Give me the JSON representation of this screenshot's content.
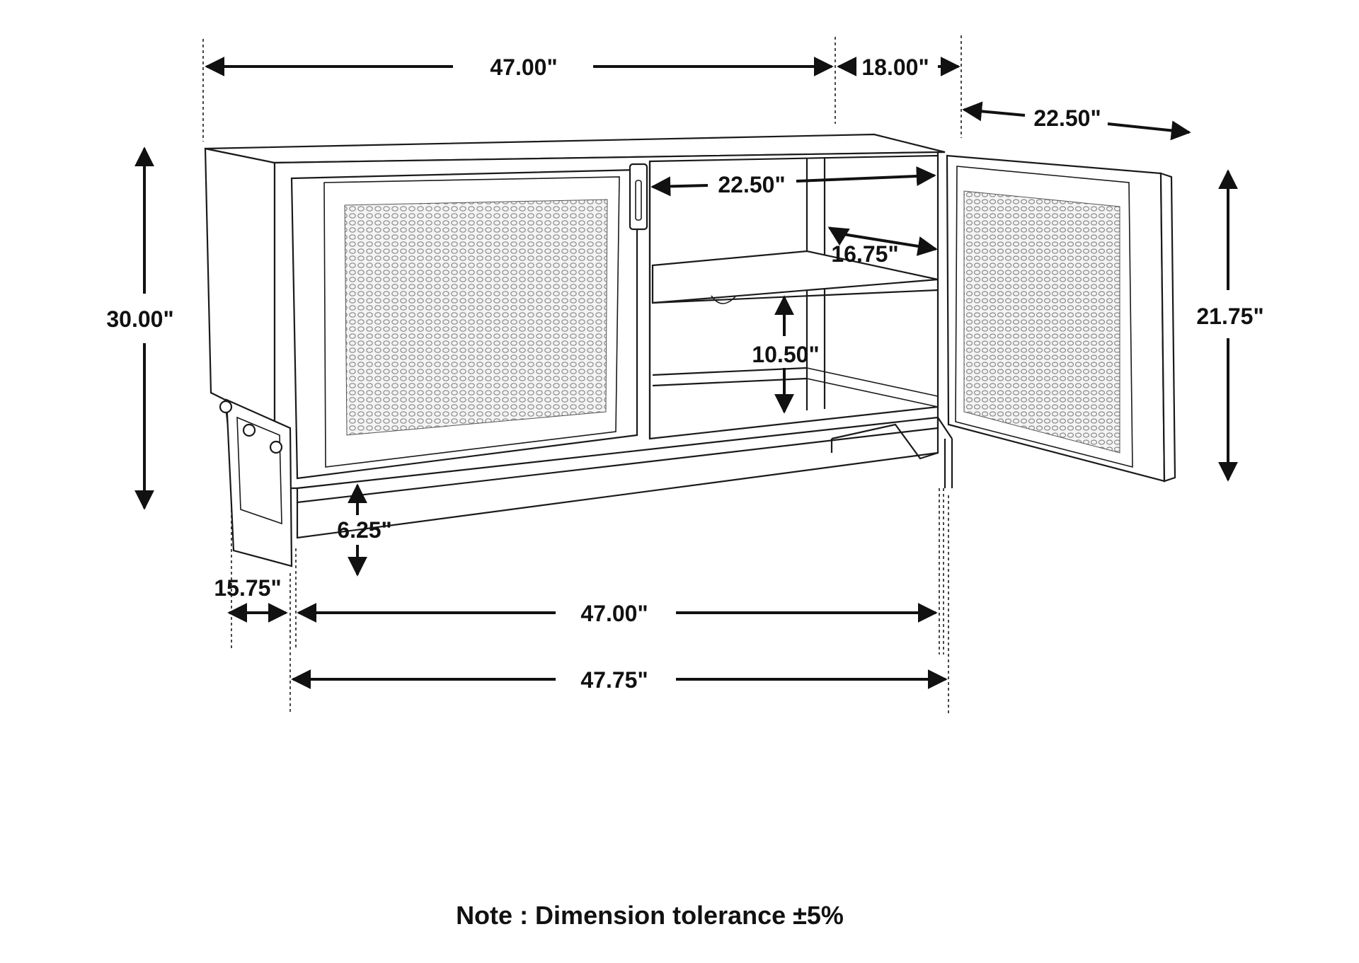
{
  "dimensions": {
    "top_width": "47.00\"",
    "top_depth": "18.00\"",
    "door_width": "22.50\"",
    "interior_width": "22.50\"",
    "interior_depth": "16.75\"",
    "overall_height": "30.00\"",
    "door_height": "21.75\"",
    "shelf_height": "10.50\"",
    "base_clearance": "6.25\"",
    "base_depth": "15.75\"",
    "base_width": "47.00\"",
    "overall_width": "47.75\""
  },
  "note": "Note : Dimension tolerance ±5%"
}
